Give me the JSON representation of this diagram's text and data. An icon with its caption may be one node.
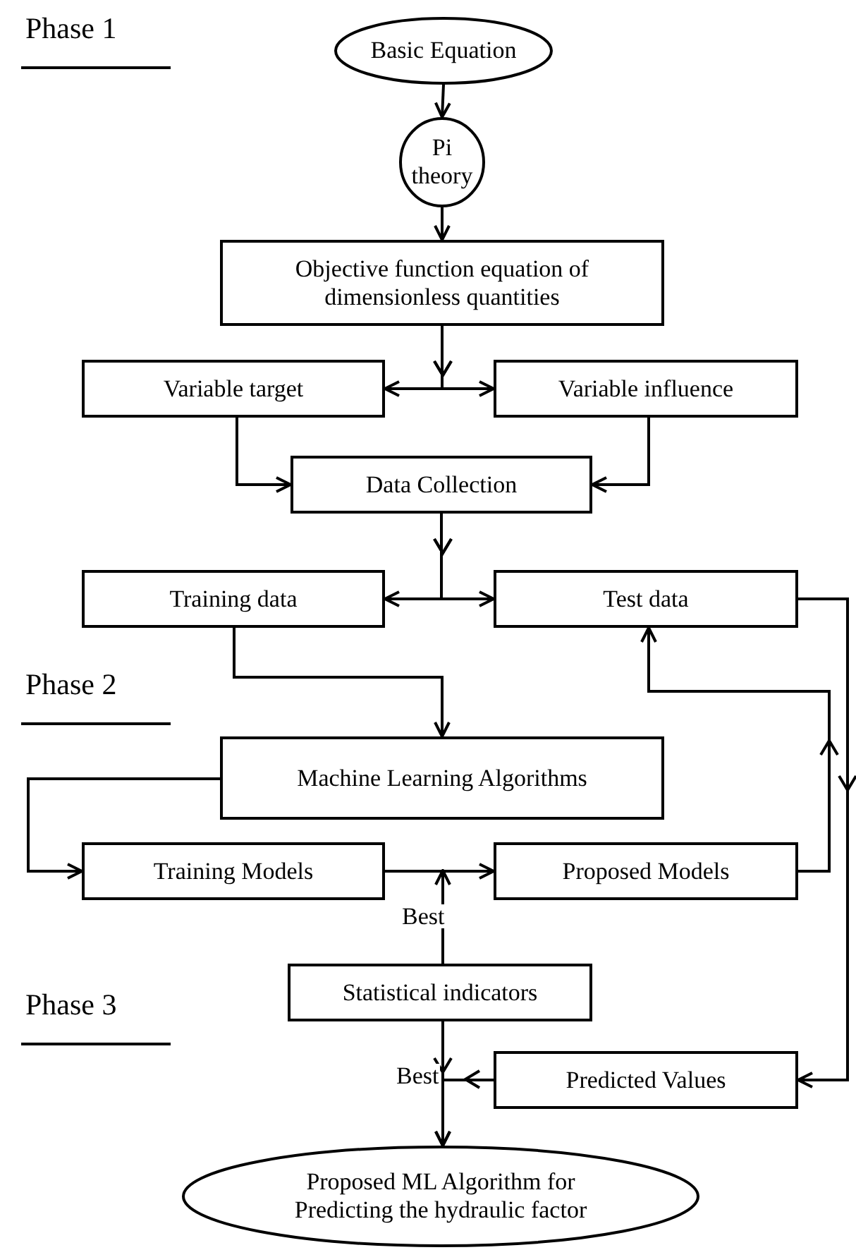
{
  "diagram": {
    "nodes": [
      {
        "text": [
          "Basic Equation"
        ]
      },
      {
        "text": [
          "Pi theory"
        ]
      },
      {
        "text": [
          "Objective function equation of dimensionless quantities"
        ]
      },
      {
        "text": [
          "Variable target"
        ]
      },
      {
        "text": [
          "Variable influence"
        ]
      },
      {
        "text": [
          "Data Collection"
        ]
      },
      {
        "text": [
          "Training data"
        ]
      },
      {
        "text": [
          "Test data"
        ]
      },
      {
        "text": [
          "Machine Learning Algorithms"
        ]
      },
      {
        "text": [
          "Training Models"
        ]
      },
      {
        "text": [
          "Proposed Models"
        ]
      },
      {
        "text": [
          "Statistical indicators"
        ]
      },
      {
        "text": [
          "Predicted Values"
        ]
      },
      {
        "text": [
          "Proposed ML Algorithm for Predicting the hydraulic factor"
        ]
      }
    ],
    "edges": [
      {
        "from": 0,
        "to": 1,
        "arrow": "to"
      },
      {
        "from": 1,
        "to": 2,
        "arrow": "to"
      },
      {
        "from": 2,
        "to": 3,
        "arrow": "to"
      },
      {
        "from": 2,
        "to": 4,
        "arrow": "to"
      },
      {
        "from": 3,
        "to": 5,
        "arrow": "to"
      },
      {
        "from": 4,
        "to": 5,
        "arrow": "to"
      },
      {
        "from": 5,
        "to": 6,
        "arrow": "to"
      },
      {
        "from": 5,
        "to": 7,
        "arrow": "to"
      },
      {
        "from": 6,
        "to": 8,
        "arrow": "to"
      },
      {
        "from": 8,
        "to": 9,
        "arrow": "to"
      },
      {
        "from": 9,
        "to": 10,
        "arrow": "to"
      },
      {
        "from": 10,
        "to": 7,
        "arrow": "to"
      },
      {
        "from": 7,
        "to": 12,
        "arrow": "to"
      },
      {
        "from": 11,
        "to": null,
        "arrow": "to",
        "label": "Best"
      },
      {
        "from": 11,
        "to": 13,
        "arrow": "to",
        "label": "Best"
      },
      {
        "from": 12,
        "to": 13,
        "arrow": "to"
      }
    ],
    "labels": [
      "Phase 1",
      "Phase 2",
      "Phase 3"
    ]
  }
}
